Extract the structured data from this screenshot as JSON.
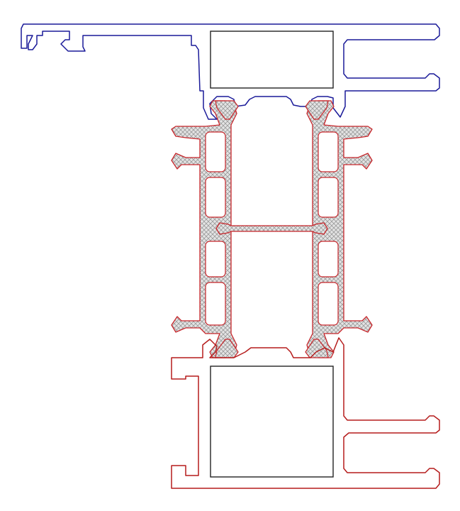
{
  "colors": {
    "top_profile": "#1a1a99",
    "bottom_profile": "#b51c1c",
    "thermal_break": "#c8262b",
    "hatch": "#9a9a9a",
    "chamber": "#222222",
    "background": "#ffffff"
  },
  "parts": {
    "top_profile": "aluminium-frame-top",
    "bottom_profile": "aluminium-frame-bottom",
    "thermal_break": "polyamide-thermal-break",
    "hatch_pattern": "crosshatch"
  }
}
